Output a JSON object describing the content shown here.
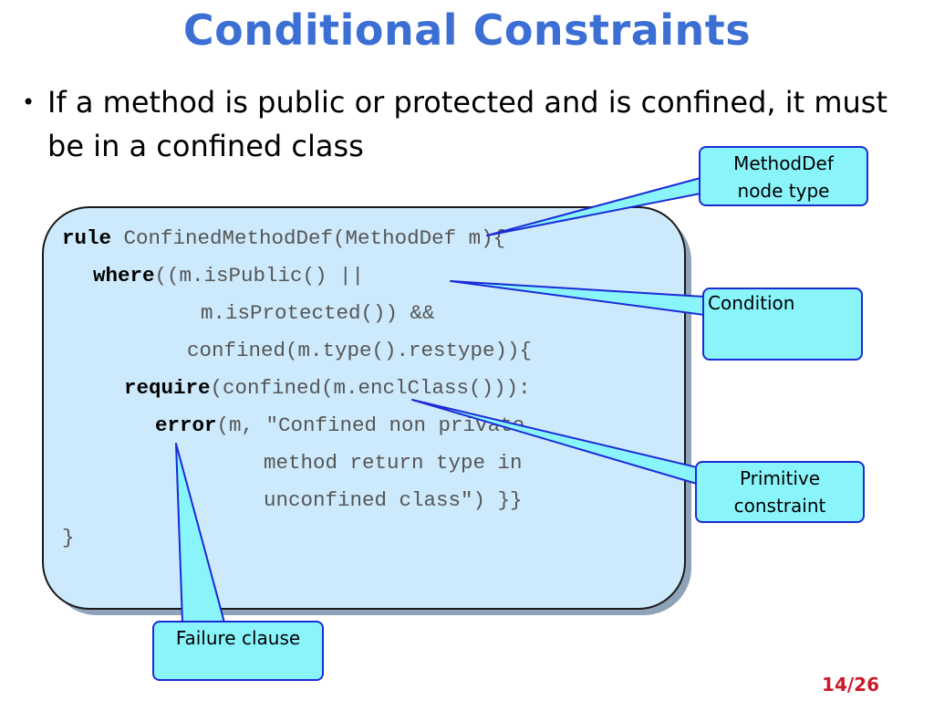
{
  "slide": {
    "title": "Conditional Constraints",
    "bullet": "If a method is public or protected and is confined, it must be in a confined class",
    "page_number": "14/26"
  },
  "code": {
    "l1_kw": "rule",
    "l1_rest": " ConfinedMethodDef(MethodDef m){",
    "l2_kw": "where",
    "l2_rest": "((m.isPublic() ||",
    "l3": "m.isProtected()) &&",
    "l4": "confined(m.type().restype)){",
    "l5_kw": "require",
    "l5_rest": "(confined(m.enclClass())):",
    "l6_kw": "error",
    "l6_rest": "(m, \"Confined non private",
    "l7": "method return type in",
    "l8": "unconfined class\") }}",
    "l9": "}"
  },
  "callouts": {
    "methoddef_line1": "MethodDef",
    "methoddef_line2": "node type",
    "condition": "Condition",
    "primitive_line1": "Primitive",
    "primitive_line2": "constraint",
    "failure": "Failure clause"
  },
  "colors": {
    "title": "#3b6fd4",
    "code_box": "#cdeafc",
    "callout_fill": "#8af4fb",
    "callout_border": "#1a2bd6",
    "page_number": "#cc1b2a"
  }
}
